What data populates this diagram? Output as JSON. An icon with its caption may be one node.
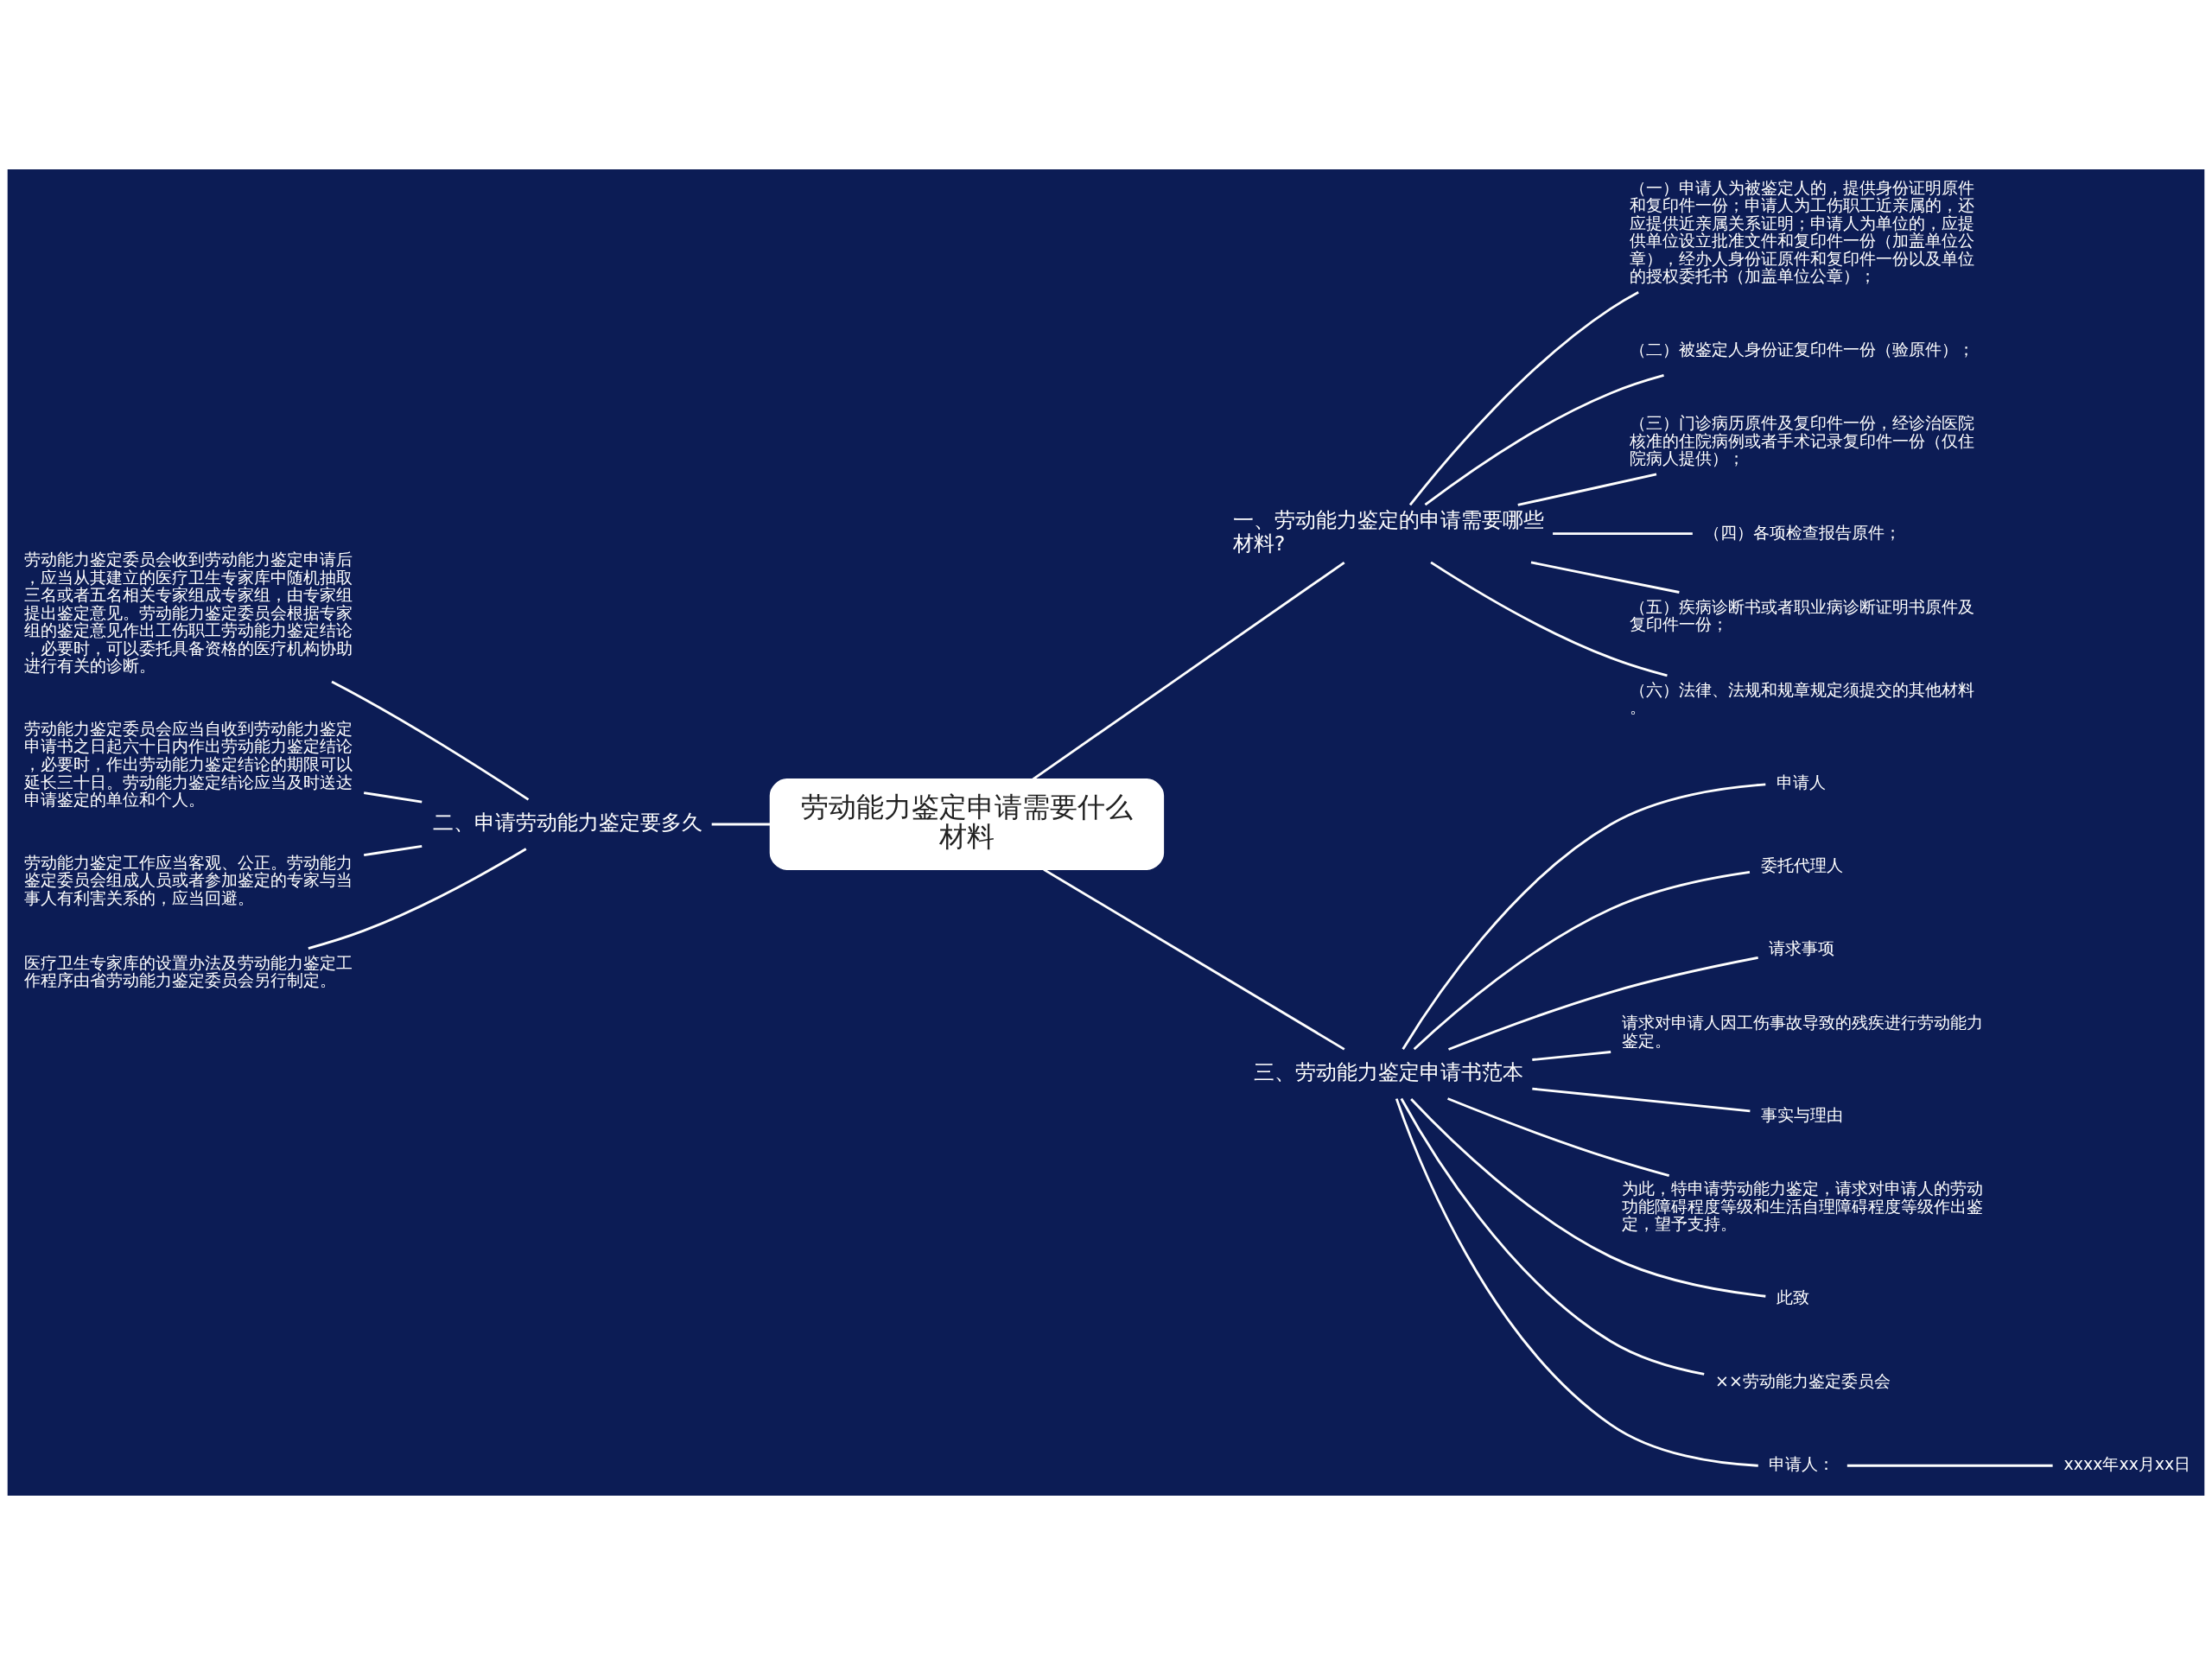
{
  "diagram": {
    "nodes": [
      {
        "text": [
          "劳动能力鉴定申请需要什么材料"
        ]
      },
      {
        "text": [
          "一、劳动能力鉴定的申请需要哪些材料?"
        ]
      },
      {
        "text": [
          "（一）申请人为被鉴定人的，提供身份证明原件和复印件一份；申请人为工伤职工近亲属的，还应提供近亲属关系证明；申请人为单位的，应提供单位设立批准文件和复印件一份（加盖单位公章），经办人身份证原件和复印件一份以及单位的授权委托书（加盖单位公章）；"
        ]
      },
      {
        "text": [
          "（二）被鉴定人身份证复印件一份（验原件）；"
        ]
      },
      {
        "text": [
          "（三）门诊病历原件及复印件一份，经诊治医院核准的住院病例或者手术记录复印件一份（仅住院病人提供）；"
        ]
      },
      {
        "text": [
          "（四）各项检查报告原件；"
        ]
      },
      {
        "text": [
          "（五）疾病诊断书或者职业病诊断证明书原件及复印件一份；"
        ]
      },
      {
        "text": [
          "（六）法律、法规和规章规定须提交的其他材料。"
        ]
      },
      {
        "text": [
          "二、申请劳动能力鉴定要多久"
        ]
      },
      {
        "text": [
          "劳动能力鉴定委员会收到劳动能力鉴定申请后，应当从其建立的医疗卫生专家库中随机抽取三名或者五名相关专家组成专家组，由专家组提出鉴定意见。劳动能力鉴定委员会根据专家组的鉴定意见作出工伤职工劳动能力鉴定结论，必要时，可以委托具备资格的医疗机构协助进行有关的诊断。"
        ]
      },
      {
        "text": [
          "劳动能力鉴定委员会应当自收到劳动能力鉴定申请书之日起六十日内作出劳动能力鉴定结论，必要时，作出劳动能力鉴定结论的期限可以延长三十日。劳动能力鉴定结论应当及时送达申请鉴定的单位和个人。"
        ]
      },
      {
        "text": [
          "劳动能力鉴定工作应当客观、公正。劳动能力鉴定委员会组成人员或者参加鉴定的专家与当事人有利害关系的，应当回避。"
        ]
      },
      {
        "text": [
          "医疗卫生专家库的设置办法及劳动能力鉴定工作程序由省劳动能力鉴定委员会另行制定。"
        ]
      },
      {
        "text": [
          "三、劳动能力鉴定申请书范本"
        ]
      },
      {
        "text": [
          "申请人"
        ]
      },
      {
        "text": [
          "委托代理人"
        ]
      },
      {
        "text": [
          "请求事项"
        ]
      },
      {
        "text": [
          "请求对申请人因工伤事故导致的残疾进行劳动能力鉴定。"
        ]
      },
      {
        "text": [
          "事实与理由"
        ]
      },
      {
        "text": [
          "为此，特申请劳动能力鉴定，请求对申请人的劳动功能障碍程度等级和生活自理障碍程度等级作出鉴定，望予支持。"
        ]
      },
      {
        "text": [
          "此致"
        ]
      },
      {
        "text": [
          "××劳动能力鉴定委员会"
        ]
      },
      {
        "text": [
          "申请人："
        ]
      },
      {
        "text": [
          "xxxx年xx月xx日"
        ]
      }
    ],
    "edges": [
      {
        "from": 0,
        "to": 1,
        "arrow": "none"
      },
      {
        "from": 1,
        "to": 2,
        "arrow": "none"
      },
      {
        "from": 1,
        "to": 3,
        "arrow": "none"
      },
      {
        "from": 1,
        "to": 4,
        "arrow": "none"
      },
      {
        "from": 1,
        "to": 5,
        "arrow": "none"
      },
      {
        "from": 1,
        "to": 6,
        "arrow": "none"
      },
      {
        "from": 1,
        "to": 7,
        "arrow": "none"
      },
      {
        "from": 0,
        "to": 8,
        "arrow": "none"
      },
      {
        "from": 8,
        "to": 9,
        "arrow": "none"
      },
      {
        "from": 8,
        "to": 10,
        "arrow": "none"
      },
      {
        "from": 8,
        "to": 11,
        "arrow": "none"
      },
      {
        "from": 8,
        "to": 12,
        "arrow": "none"
      },
      {
        "from": 0,
        "to": 13,
        "arrow": "none"
      },
      {
        "from": 13,
        "to": 14,
        "arrow": "none"
      },
      {
        "from": 13,
        "to": 15,
        "arrow": "none"
      },
      {
        "from": 13,
        "to": 16,
        "arrow": "none"
      },
      {
        "from": 13,
        "to": 17,
        "arrow": "none"
      },
      {
        "from": 13,
        "to": 18,
        "arrow": "none"
      },
      {
        "from": 13,
        "to": 19,
        "arrow": "none"
      },
      {
        "from": 13,
        "to": 20,
        "arrow": "none"
      },
      {
        "from": 13,
        "to": 21,
        "arrow": "none"
      },
      {
        "from": 13,
        "to": 22,
        "arrow": "none"
      },
      {
        "from": 22,
        "to": 23,
        "arrow": "none"
      }
    ]
  }
}
